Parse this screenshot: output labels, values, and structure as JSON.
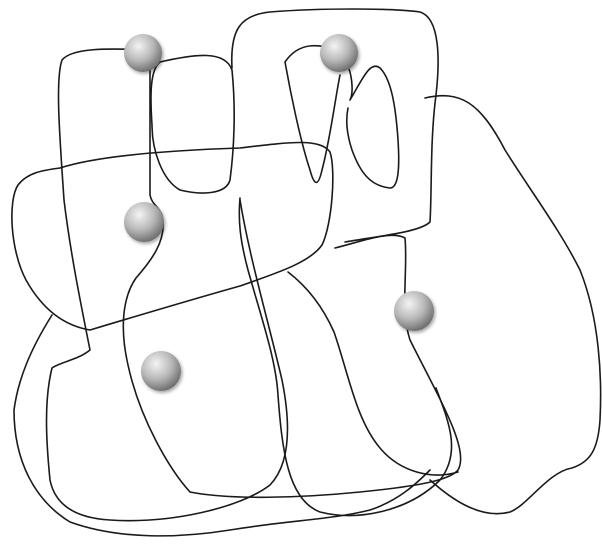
{
  "diagram": {
    "kind": "overlapping closed curves with point markers",
    "curve_count": 7,
    "marker_count": 5,
    "colors": {
      "stroke": "#1a1a1a",
      "marker_light": "#f4f4f4",
      "marker_mid": "#b8b8b8",
      "marker_dark": "#6e6e6e",
      "background": "#ffffff"
    }
  }
}
